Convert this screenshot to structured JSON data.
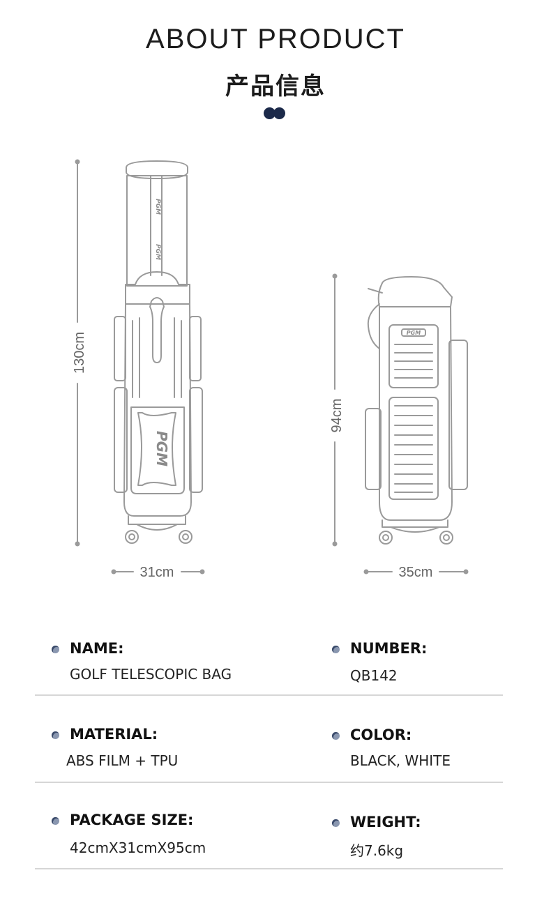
{
  "header": {
    "title_en": "ABOUT PRODUCT",
    "title_zh": "产品信息"
  },
  "dimensions": {
    "left_height": "130cm",
    "left_width": "31cm",
    "right_height": "94cm",
    "right_width": "35cm",
    "brand_mark": "PGM"
  },
  "specs": [
    {
      "label": "NAME:",
      "value": "GOLF TELESCOPIC BAG"
    },
    {
      "label": "NUMBER:",
      "value": "QB142"
    },
    {
      "label": "MATERIAL:",
      "value": "ABS FILM + TPU"
    },
    {
      "label": "COLOR:",
      "value": "BLACK, WHITE"
    },
    {
      "label": "PACKAGE SIZE:",
      "value": "42cmX31cmX95cm"
    },
    {
      "label": "WEIGHT:",
      "value": "约7.6kg"
    }
  ],
  "colors": {
    "accent_dot": "#1c2a4a",
    "line_art": "#9a9a9a",
    "divider": "#d6d6d6"
  }
}
